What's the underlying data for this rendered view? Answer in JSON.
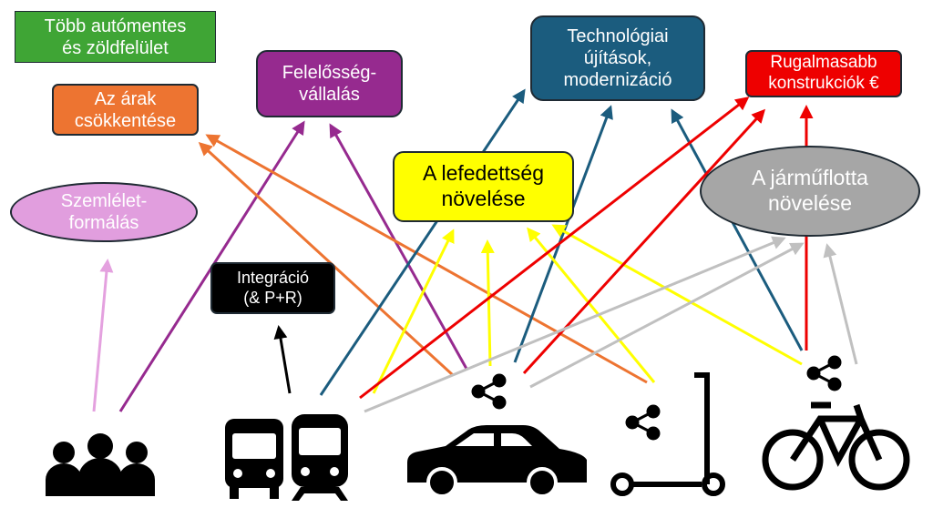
{
  "nodes": {
    "green": {
      "label": "Több autómentes\nés zöldfelület",
      "color": "#3fa535"
    },
    "prices": {
      "label": "Az árak\ncsökkentése",
      "color": "#ed7431"
    },
    "responsibility": {
      "label": "Felelősség-\nvállalás",
      "color": "#962a8f"
    },
    "technology": {
      "label": "Technológiai\nújítások,\nmodernizáció",
      "color": "#1b5c7e"
    },
    "flexible": {
      "label": "Rugalmasabb\nkonstrukciók €",
      "color": "#ee0000"
    },
    "coverage": {
      "label": "A lefedettség\nnövelése",
      "color": "#ffff00"
    },
    "fleet": {
      "label": "A járműflotta\nnövelése",
      "color": "#a6a6a6"
    },
    "attitude": {
      "label": "Szemlélet-\nformálás",
      "color": "#e19ede"
    },
    "integration": {
      "label": "Integráció\n(& P+R)",
      "color": "#000000"
    }
  },
  "icons": [
    "people-icon",
    "bus-icon",
    "train-icon",
    "car-icon",
    "scooter-icon",
    "bicycle-icon",
    "share-icon"
  ]
}
